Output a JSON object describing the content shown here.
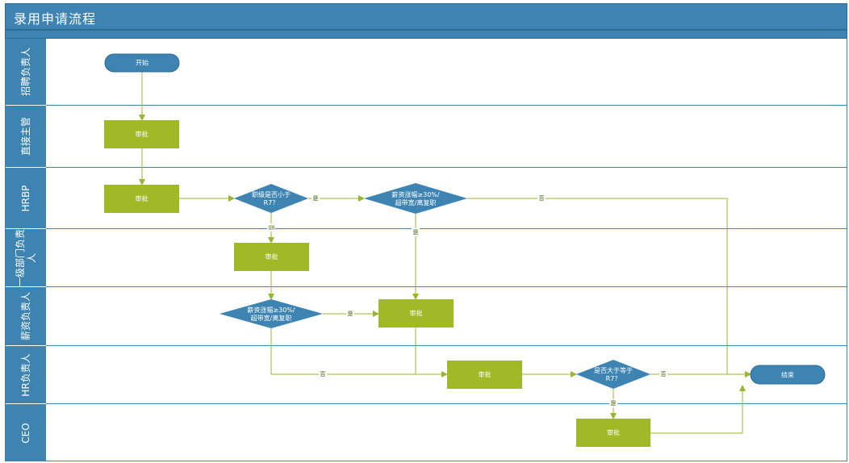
{
  "title": "录用申请流程",
  "lanes": [
    "招聘负责人",
    "直接主管",
    "HRBP",
    "一级部门负责\n人",
    "薪资负责人",
    "HR负责人",
    "CEO"
  ],
  "nodes": {
    "start": "开始",
    "approve_supervisor": "审批",
    "approve_hrbp": "审批",
    "decision_rank": "职级是否小于\nR7？",
    "decision_salary_hrbp": "薪资涨幅≥30%/\n超带宽/离复职",
    "approve_dept": "审批",
    "decision_salary_comp": "薪资涨幅≥30%/\n超带宽/离复职",
    "approve_comp": "审批",
    "approve_hr": "审批",
    "decision_r7": "是否大于等于\nR7？",
    "approve_ceo": "审批",
    "end": "结束"
  },
  "edge_labels": {
    "rank_yes": "是",
    "rank_no": "否",
    "salary_hrbp_no": "否",
    "salary_hrbp_yes": "是",
    "salary_comp_yes": "是",
    "salary_comp_no": "否",
    "r7_no": "否",
    "r7_yes": "是"
  },
  "colors": {
    "header": "#3d84b3",
    "process": "#a1b827",
    "decision": "#3d84b3",
    "terminal": "#3d84b3",
    "connector": "#9ab530"
  }
}
